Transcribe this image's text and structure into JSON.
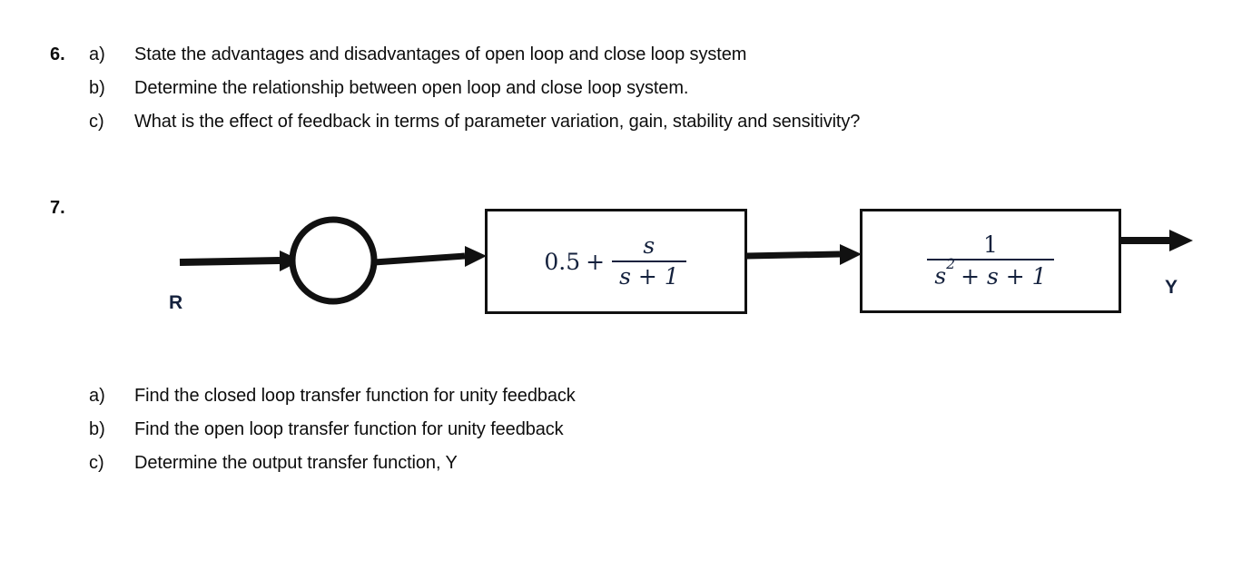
{
  "questions": [
    {
      "number": "6.",
      "items": [
        {
          "marker": "a)",
          "text": "State the advantages and disadvantages of open loop and close loop system"
        },
        {
          "marker": "b)",
          "text": "Determine the relationship between open loop and close loop system."
        },
        {
          "marker": "c)",
          "text": "What is the effect of feedback in terms of parameter variation, gain, stability and sensitivity?"
        }
      ]
    },
    {
      "number": "7.",
      "items": [
        {
          "marker": "a)",
          "text": "Find the closed loop transfer function for unity feedback"
        },
        {
          "marker": "b)",
          "text": "Find the open loop transfer function for unity feedback"
        },
        {
          "marker": "c)",
          "text": "Determine the output transfer function, Y"
        }
      ]
    }
  ],
  "diagram": {
    "input_label": "R",
    "output_label": "Y",
    "summing_junction": {
      "signs": ""
    },
    "blocks": [
      {
        "id": "controller",
        "expression": "0.5 + s/(s + 1)",
        "lead": "0.5",
        "operator": "+",
        "fraction": {
          "numerator": "s",
          "denominator": "s + 1"
        }
      },
      {
        "id": "plant",
        "expression": "1/(s^2 + s + 1)",
        "lead": "",
        "operator": "",
        "fraction": {
          "numerator": "1",
          "denominator_base": "s",
          "denominator_exp": "2",
          "denominator_rest": "+ s + 1"
        }
      }
    ],
    "colors": {
      "stroke": "#111111",
      "math": "#14213d",
      "text": "#0d0d0d",
      "background": "#ffffff"
    }
  }
}
